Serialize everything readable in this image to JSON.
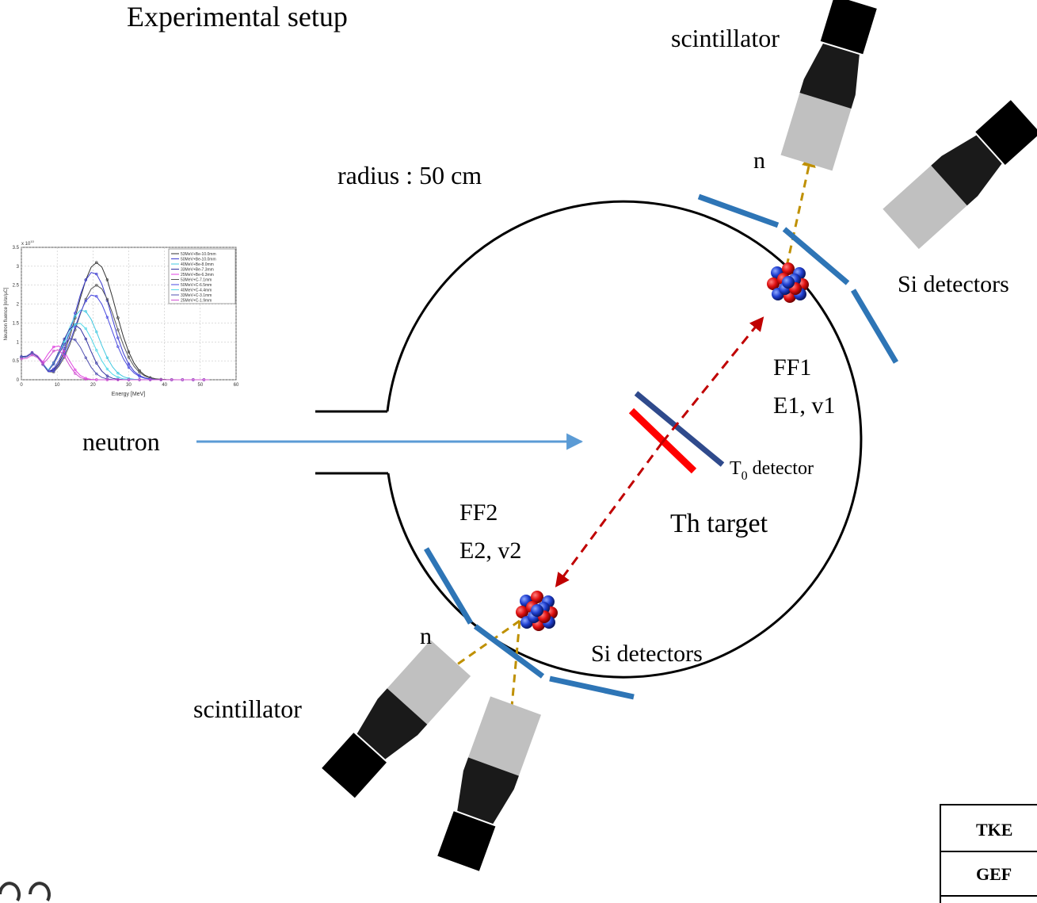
{
  "title": "Experimental setup",
  "radius_label": "radius : 50 cm",
  "neutron_label": "neutron",
  "scintillator_top": "scintillator",
  "scintillator_bottom": "scintillator",
  "n_top": "n",
  "n_bottom": "n",
  "si_detectors_right": "Si detectors",
  "si_detectors_bottom": "Si detectors",
  "ff1": {
    "name": "FF1",
    "vars": "E1, v1"
  },
  "ff2": {
    "name": "FF2",
    "vars": "E2, v2"
  },
  "t0": {
    "prefix": "T",
    "sub": "0",
    "rest": " detector"
  },
  "target_label": "Th target",
  "table_rows": [
    "TKE",
    "GEF"
  ],
  "colors": {
    "beam": "#5b9bd5",
    "si_detector": "#2e75b6",
    "t0_detector": "#2f4a8c",
    "target": "#ff0000",
    "fragment_path": "#c00000",
    "neutron_path": "#bf9000",
    "scint_crystal": "#c0c0c0",
    "scint_body": "#1a1a1a"
  },
  "icons": [
    "nucleus-icon",
    "scintillator-icon",
    "arrow-icon"
  ],
  "inset_chart": {
    "chart_data": {
      "type": "line",
      "xlabel": "Energy [MeV]",
      "ylabel": "Neutron fluence [n/sr/µC]",
      "y_exponent": "x 10",
      "y_exponent_power": "10",
      "xlim": [
        0,
        60
      ],
      "ylim": [
        0,
        3.5
      ],
      "xticks": [
        "0",
        "10",
        "20",
        "30",
        "40",
        "50",
        "60"
      ],
      "yticks": [
        "0",
        "0.5",
        "1",
        "1.5",
        "2",
        "2.5",
        "3",
        "3.5"
      ],
      "legend_position": "top-right",
      "series": [
        {
          "name": "53MeV+Be-10.0mm",
          "color": "#333333",
          "peak_x": 21,
          "peak_y": 3.1,
          "width": 7.5,
          "tail": 0.7
        },
        {
          "name": "50MeV+Be-10.0mm",
          "color": "#3b3bd0",
          "peak_x": 20,
          "peak_y": 2.85,
          "width": 7.2,
          "tail": 0.7
        },
        {
          "name": "40MeV+Be-8.0mm",
          "color": "#40c8e0",
          "peak_x": 17,
          "peak_y": 1.85,
          "width": 6.5,
          "tail": 0.7
        },
        {
          "name": "33MeV+Be-7.3mm",
          "color": "#3030a0",
          "peak_x": 15,
          "peak_y": 1.45,
          "width": 5.5,
          "tail": 0.72
        },
        {
          "name": "25MeV+Be-6.3mm",
          "color": "#e040e0",
          "peak_x": 10,
          "peak_y": 0.9,
          "width": 4.5,
          "tail": 0.7
        },
        {
          "name": "53MeV+C-7.1mm",
          "color": "#555555",
          "peak_x": 21,
          "peak_y": 2.5,
          "width": 7.5,
          "tail": 0.7
        },
        {
          "name": "50MeV+C-6.5mm",
          "color": "#4a4ae0",
          "peak_x": 20,
          "peak_y": 2.25,
          "width": 7.2,
          "tail": 0.7
        },
        {
          "name": "40MeV+C-4.4mm",
          "color": "#50d8e8",
          "peak_x": 16,
          "peak_y": 1.5,
          "width": 6.2,
          "tail": 0.7
        },
        {
          "name": "33MeV+C-3.1mm",
          "color": "#5050b0",
          "peak_x": 14,
          "peak_y": 1.1,
          "width": 5.0,
          "tail": 0.7
        },
        {
          "name": "25MeV+C-1.9mm",
          "color": "#d050d0",
          "peak_x": 10,
          "peak_y": 0.8,
          "width": 4.0,
          "tail": 0.65
        }
      ]
    }
  }
}
